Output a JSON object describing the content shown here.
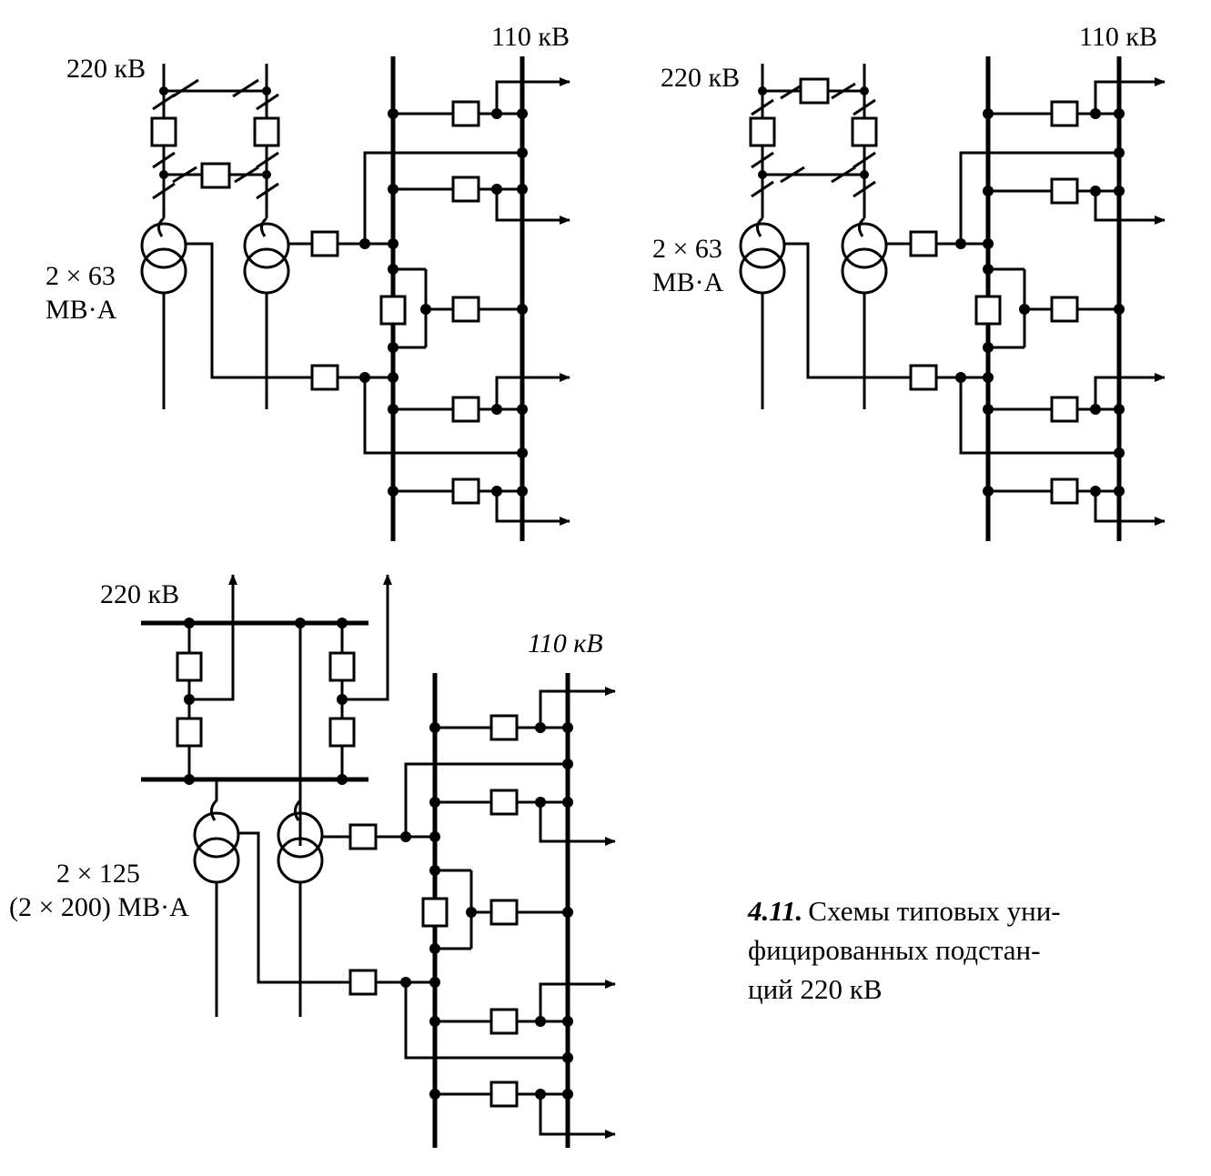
{
  "figure": {
    "caption_number": "4.11.",
    "caption_lines": [
      "Схемы типовых уни-",
      "фицированных подстан-",
      "ций 220 кВ"
    ]
  },
  "diagrams": [
    {
      "id": "a",
      "hv_label": "220 кВ",
      "lv_label": "110 кВ",
      "transformer_lines": [
        "2 × 63",
        "МВ·А"
      ]
    },
    {
      "id": "b",
      "hv_label": "220 кВ",
      "lv_label": "110 кВ",
      "transformer_lines": [
        "2 × 63",
        "МВ·А"
      ]
    },
    {
      "id": "c",
      "hv_label": "220 кВ",
      "lv_label": "110 кВ",
      "transformer_lines": [
        "2 × 125",
        "(2 × 200) МВ·А"
      ]
    }
  ]
}
